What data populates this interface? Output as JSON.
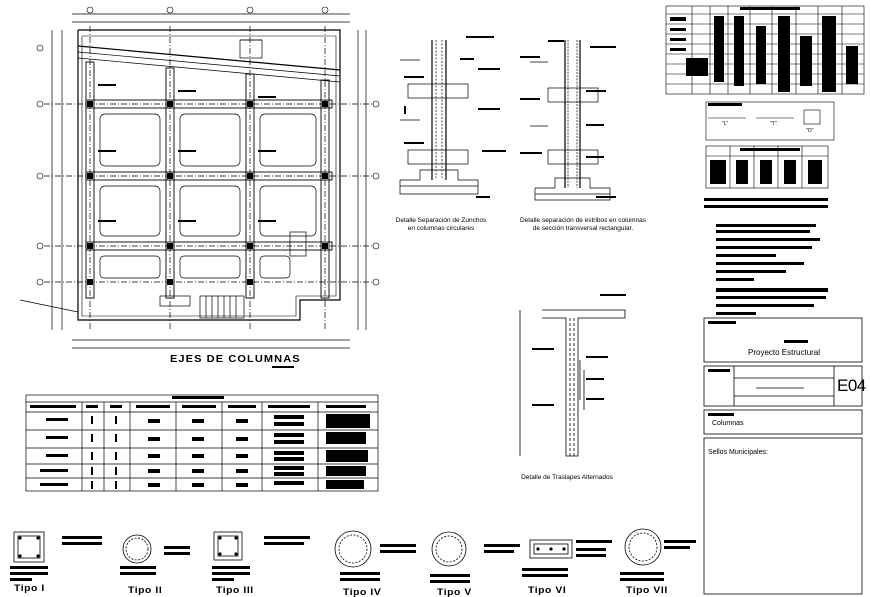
{
  "plan": {
    "title": "EJES DE COLUMNAS"
  },
  "details": [
    {
      "caption_line1": "Detalle Separación de Zunchos",
      "caption_line2": "en columnas circulares"
    },
    {
      "caption_line1": "Detalle separación de estribos en columnas",
      "caption_line2": "de sección transversal rectangular."
    },
    {
      "caption_line1": "Detalle de Traslapes Alternados",
      "caption_line2": ""
    }
  ],
  "shapes_legend": {
    "labels": [
      "\"L\"",
      "\"T\"",
      "\"O\""
    ]
  },
  "column_types": [
    "Tipo I",
    "Tipo II",
    "Tipo III",
    "Tipo IV",
    "Tipo V",
    "Tipo VI",
    "Tipo VII"
  ],
  "title_block": {
    "project": "Proyecto Estructural",
    "sheet_number": "E04",
    "sheet_name": "Columnas",
    "stamps_label": "Sellos Municipales:"
  },
  "colors": {
    "ink": "#000000",
    "paper": "#ffffff"
  }
}
